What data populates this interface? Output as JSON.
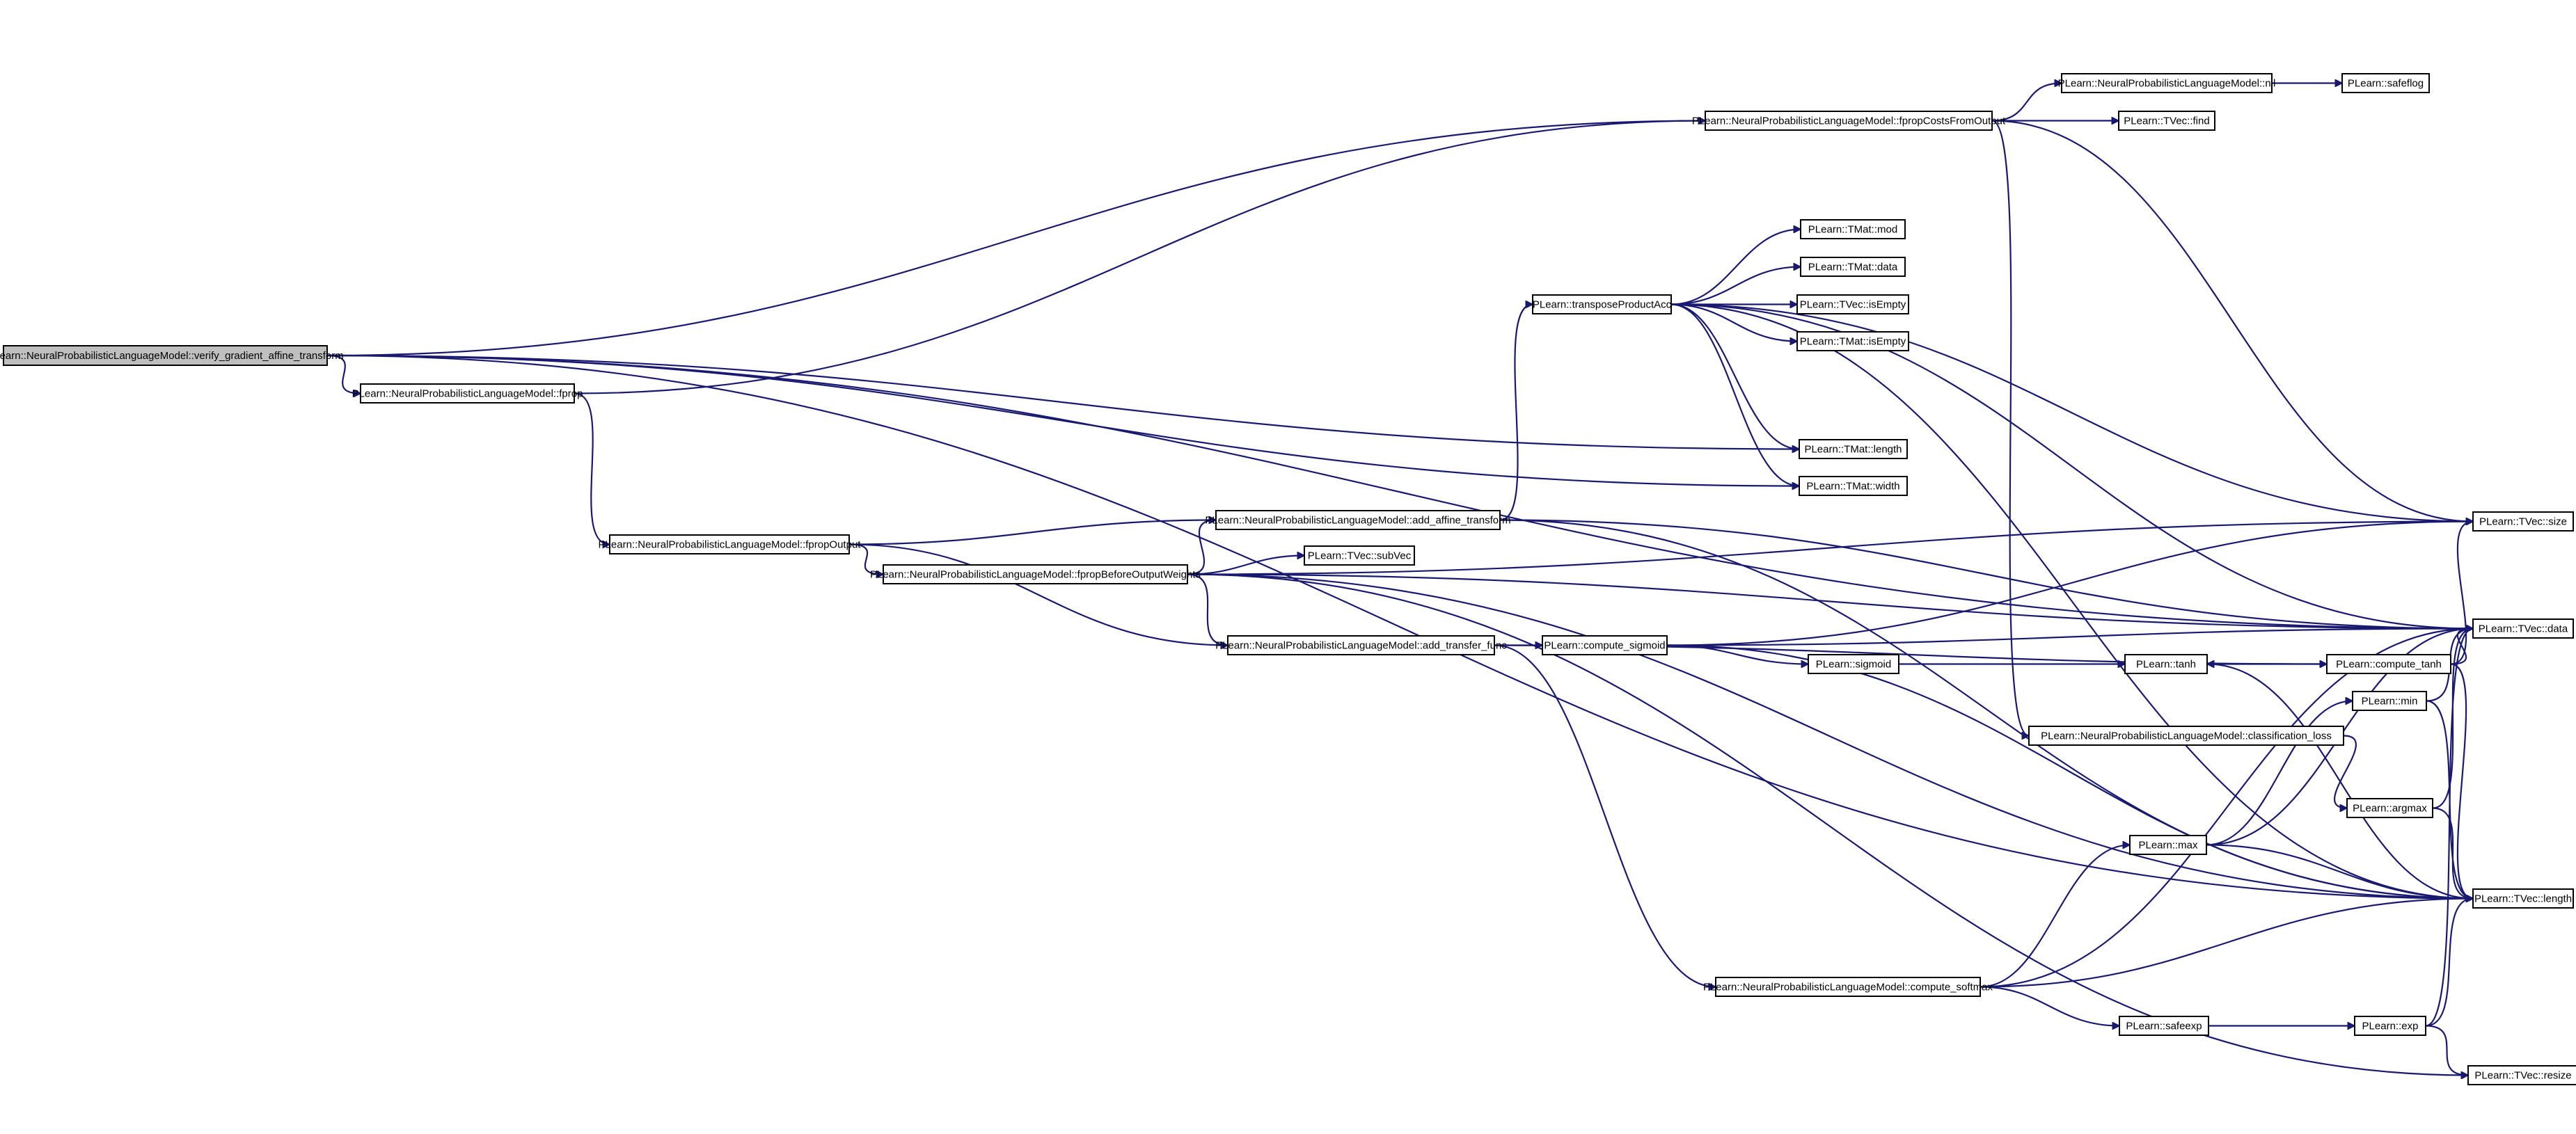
{
  "graph": {
    "nodes": [
      {
        "id": "root",
        "label": "PLearn::NeuralProbabilisticLanguageModel::verify_gradient_affine_transform",
        "root": true
      },
      {
        "id": "fprop",
        "label": "PLearn::NeuralProbabilisticLanguageModel::fprop"
      },
      {
        "id": "fpropOutput",
        "label": "PLearn::NeuralProbabilisticLanguageModel::fpropOutput"
      },
      {
        "id": "fpropBOW",
        "label": "PLearn::NeuralProbabilisticLanguageModel::fpropBeforeOutputWeights"
      },
      {
        "id": "addAffine",
        "label": "PLearn::NeuralProbabilisticLanguageModel::add_affine_transform"
      },
      {
        "id": "addTransfer",
        "label": "PLearn::NeuralProbabilisticLanguageModel::add_transfer_func"
      },
      {
        "id": "subVec",
        "label": "PLearn::TVec::subVec"
      },
      {
        "id": "tpa",
        "label": "PLearn::transposeProductAcc"
      },
      {
        "id": "tmatMod",
        "label": "PLearn::TMat::mod"
      },
      {
        "id": "tmatData",
        "label": "PLearn::TMat::data"
      },
      {
        "id": "tvecIsEmpty",
        "label": "PLearn::TVec::isEmpty"
      },
      {
        "id": "tmatIsEmpty",
        "label": "PLearn::TMat::isEmpty"
      },
      {
        "id": "tmatLength",
        "label": "PLearn::TMat::length"
      },
      {
        "id": "tmatWidth",
        "label": "PLearn::TMat::width"
      },
      {
        "id": "fpcfo",
        "label": "PLearn::NeuralProbabilisticLanguageModel::fpropCostsFromOutput"
      },
      {
        "id": "nll",
        "label": "PLearn::NeuralProbabilisticLanguageModel::nll"
      },
      {
        "id": "safeflog",
        "label": "PLearn::safeflog"
      },
      {
        "id": "find",
        "label": "PLearn::TVec::find"
      },
      {
        "id": "classLoss",
        "label": "PLearn::NeuralProbabilisticLanguageModel::classification_loss"
      },
      {
        "id": "computeSigmoid",
        "label": "PLearn::compute_sigmoid"
      },
      {
        "id": "sigmoid",
        "label": "PLearn::sigmoid"
      },
      {
        "id": "tanh",
        "label": "PLearn::tanh"
      },
      {
        "id": "computeTanh",
        "label": "PLearn::compute_tanh"
      },
      {
        "id": "min",
        "label": "PLearn::min"
      },
      {
        "id": "argmax",
        "label": "PLearn::argmax"
      },
      {
        "id": "max",
        "label": "PLearn::max"
      },
      {
        "id": "softmax",
        "label": "PLearn::NeuralProbabilisticLanguageModel::compute_softmax"
      },
      {
        "id": "safeexp",
        "label": "PLearn::safeexp"
      },
      {
        "id": "exp",
        "label": "PLearn::exp"
      },
      {
        "id": "tvecSize",
        "label": "PLearn::TVec::size"
      },
      {
        "id": "tvecData",
        "label": "PLearn::TVec::data"
      },
      {
        "id": "tvecLength",
        "label": "PLearn::TVec::length"
      },
      {
        "id": "tvecResize",
        "label": "PLearn::TVec::resize"
      }
    ],
    "edges": [
      [
        "root",
        "fprop"
      ],
      [
        "root",
        "fpcfo"
      ],
      [
        "root",
        "tmatWidth"
      ],
      [
        "root",
        "tmatLength"
      ],
      [
        "root",
        "tvecData"
      ],
      [
        "root",
        "tvecLength"
      ],
      [
        "fprop",
        "fpropOutput"
      ],
      [
        "fprop",
        "fpcfo"
      ],
      [
        "fpropOutput",
        "addAffine"
      ],
      [
        "fpropOutput",
        "fpropBOW"
      ],
      [
        "fpropOutput",
        "addTransfer"
      ],
      [
        "fpropBOW",
        "addAffine"
      ],
      [
        "fpropBOW",
        "subVec"
      ],
      [
        "fpropBOW",
        "addTransfer"
      ],
      [
        "fpropBOW",
        "tvecData"
      ],
      [
        "fpropBOW",
        "tvecSize"
      ],
      [
        "fpropBOW",
        "tvecLength"
      ],
      [
        "fpropBOW",
        "tvecResize"
      ],
      [
        "addAffine",
        "tpa"
      ],
      [
        "addAffine",
        "tvecData"
      ],
      [
        "addAffine",
        "tvecLength"
      ],
      [
        "tpa",
        "tmatMod"
      ],
      [
        "tpa",
        "tmatData"
      ],
      [
        "tpa",
        "tvecIsEmpty"
      ],
      [
        "tpa",
        "tmatIsEmpty"
      ],
      [
        "tpa",
        "tmatLength"
      ],
      [
        "tpa",
        "tmatWidth"
      ],
      [
        "tpa",
        "tvecSize"
      ],
      [
        "tpa",
        "tvecData"
      ],
      [
        "tpa",
        "tvecLength"
      ],
      [
        "addTransfer",
        "computeSigmoid"
      ],
      [
        "addTransfer",
        "computeTanh"
      ],
      [
        "addTransfer",
        "softmax"
      ],
      [
        "computeSigmoid",
        "sigmoid"
      ],
      [
        "computeSigmoid",
        "tvecData"
      ],
      [
        "computeSigmoid",
        "tvecSize"
      ],
      [
        "computeSigmoid",
        "tvecLength"
      ],
      [
        "sigmoid",
        "tanh"
      ],
      [
        "computeTanh",
        "tanh"
      ],
      [
        "computeTanh",
        "tvecSize"
      ],
      [
        "computeTanh",
        "tvecData"
      ],
      [
        "computeTanh",
        "tvecLength"
      ],
      [
        "tanh",
        "tvecLength"
      ],
      [
        "fpcfo",
        "nll"
      ],
      [
        "fpcfo",
        "find"
      ],
      [
        "fpcfo",
        "classLoss"
      ],
      [
        "fpcfo",
        "tvecSize"
      ],
      [
        "nll",
        "safeflog"
      ],
      [
        "classLoss",
        "argmax"
      ],
      [
        "argmax",
        "tvecData"
      ],
      [
        "argmax",
        "tvecLength"
      ],
      [
        "softmax",
        "max"
      ],
      [
        "softmax",
        "safeexp"
      ],
      [
        "softmax",
        "tvecData"
      ],
      [
        "softmax",
        "tvecLength"
      ],
      [
        "max",
        "min"
      ],
      [
        "max",
        "tvecData"
      ],
      [
        "max",
        "tvecLength"
      ],
      [
        "min",
        "tvecData"
      ],
      [
        "min",
        "tvecLength"
      ],
      [
        "safeexp",
        "exp"
      ],
      [
        "exp",
        "tvecData"
      ],
      [
        "exp",
        "tvecLength"
      ],
      [
        "exp",
        "tvecResize"
      ]
    ]
  }
}
